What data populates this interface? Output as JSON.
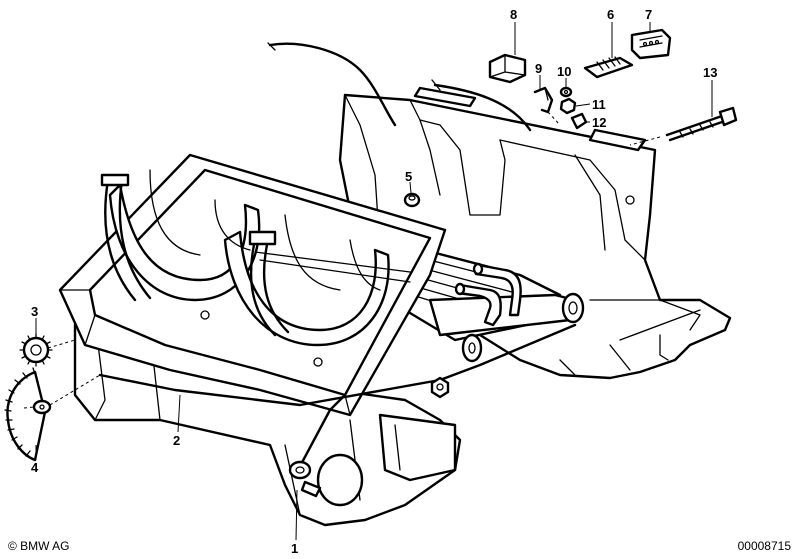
{
  "part_numbers": {
    "p1": "1",
    "p2": "2",
    "p3": "3",
    "p4": "4",
    "p5": "5",
    "p6": "6",
    "p7": "7",
    "p8": "8",
    "p9": "9",
    "p10": "10",
    "p11": "11",
    "p12": "12",
    "p13": "13"
  },
  "footer": {
    "copyright": "© BMW AG",
    "code": "00008715"
  }
}
